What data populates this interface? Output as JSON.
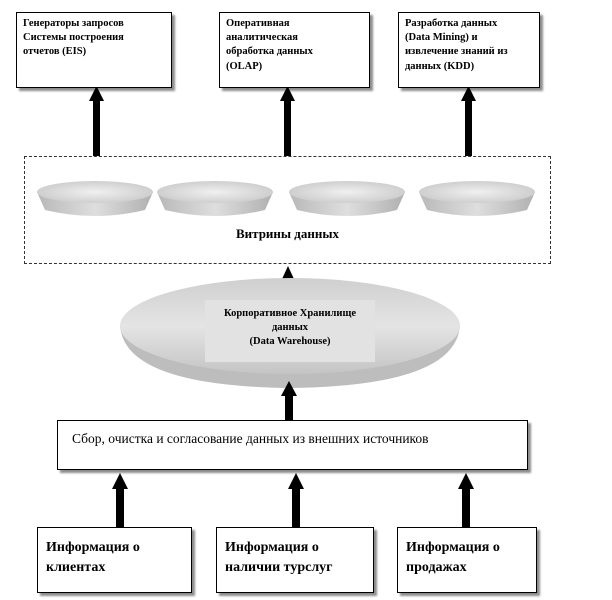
{
  "consumers": [
    {
      "text": "Генераторы запросов\nСистемы построения\nотчетов (EIS)"
    },
    {
      "text": "Оперативная\nаналитическая\nобработка данных\n(OLAP)"
    },
    {
      "text": "Разработка данных\n(Data Mining) и\nизвлечение знаний из\nданных  (KDD)"
    }
  ],
  "data_marts": {
    "label": "Витрины данных"
  },
  "warehouse": {
    "label": "Корпоративное Хранилище\nданных\n(Data Warehouse)"
  },
  "collection": {
    "label": "Сбор, очистка и согласование данных из внешних источников"
  },
  "sources": [
    {
      "text": "Информация о\nклиентах"
    },
    {
      "text": "Информация о\nналичии турслуг"
    },
    {
      "text": "Информация о\nпродажах"
    }
  ]
}
